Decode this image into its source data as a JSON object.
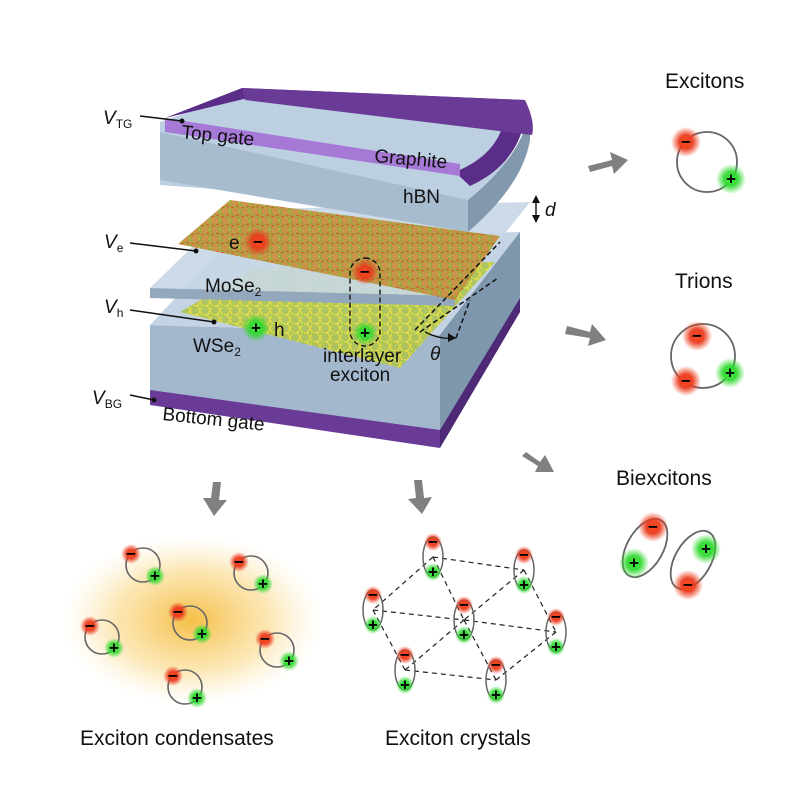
{
  "device": {
    "v_tg": {
      "base": "V",
      "sub": "TG"
    },
    "top_gate": "Top gate",
    "graphite": "Graphite",
    "hbn": "hBN",
    "d": "d",
    "v_e": {
      "base": "V",
      "sub": "e"
    },
    "e_label": "e",
    "mose2": {
      "base": "MoSe",
      "sub": "2"
    },
    "v_h": {
      "base": "V",
      "sub": "h"
    },
    "h_label": "h",
    "wse2": {
      "base": "WSe",
      "sub": "2"
    },
    "interlayer": "interlayer",
    "exciton": "exciton",
    "theta": "θ",
    "v_bg": {
      "base": "V",
      "sub": "BG"
    },
    "bottom_gate": "Bottom gate"
  },
  "labels": {
    "excitons": "Excitons",
    "trions": "Trions",
    "biexcitons": "Biexcitons",
    "condensates": "Exciton condensates",
    "crystals": "Exciton crystals"
  },
  "signs": {
    "minus": "−",
    "plus": "+"
  },
  "colors": {
    "electron": "#e8321c",
    "hole": "#33d433",
    "graphite": "#6a3b96",
    "graphite_light": "#a779d6",
    "hbn": "#b6c8da",
    "arrow": "#808080",
    "glow": "#f5b62a"
  }
}
